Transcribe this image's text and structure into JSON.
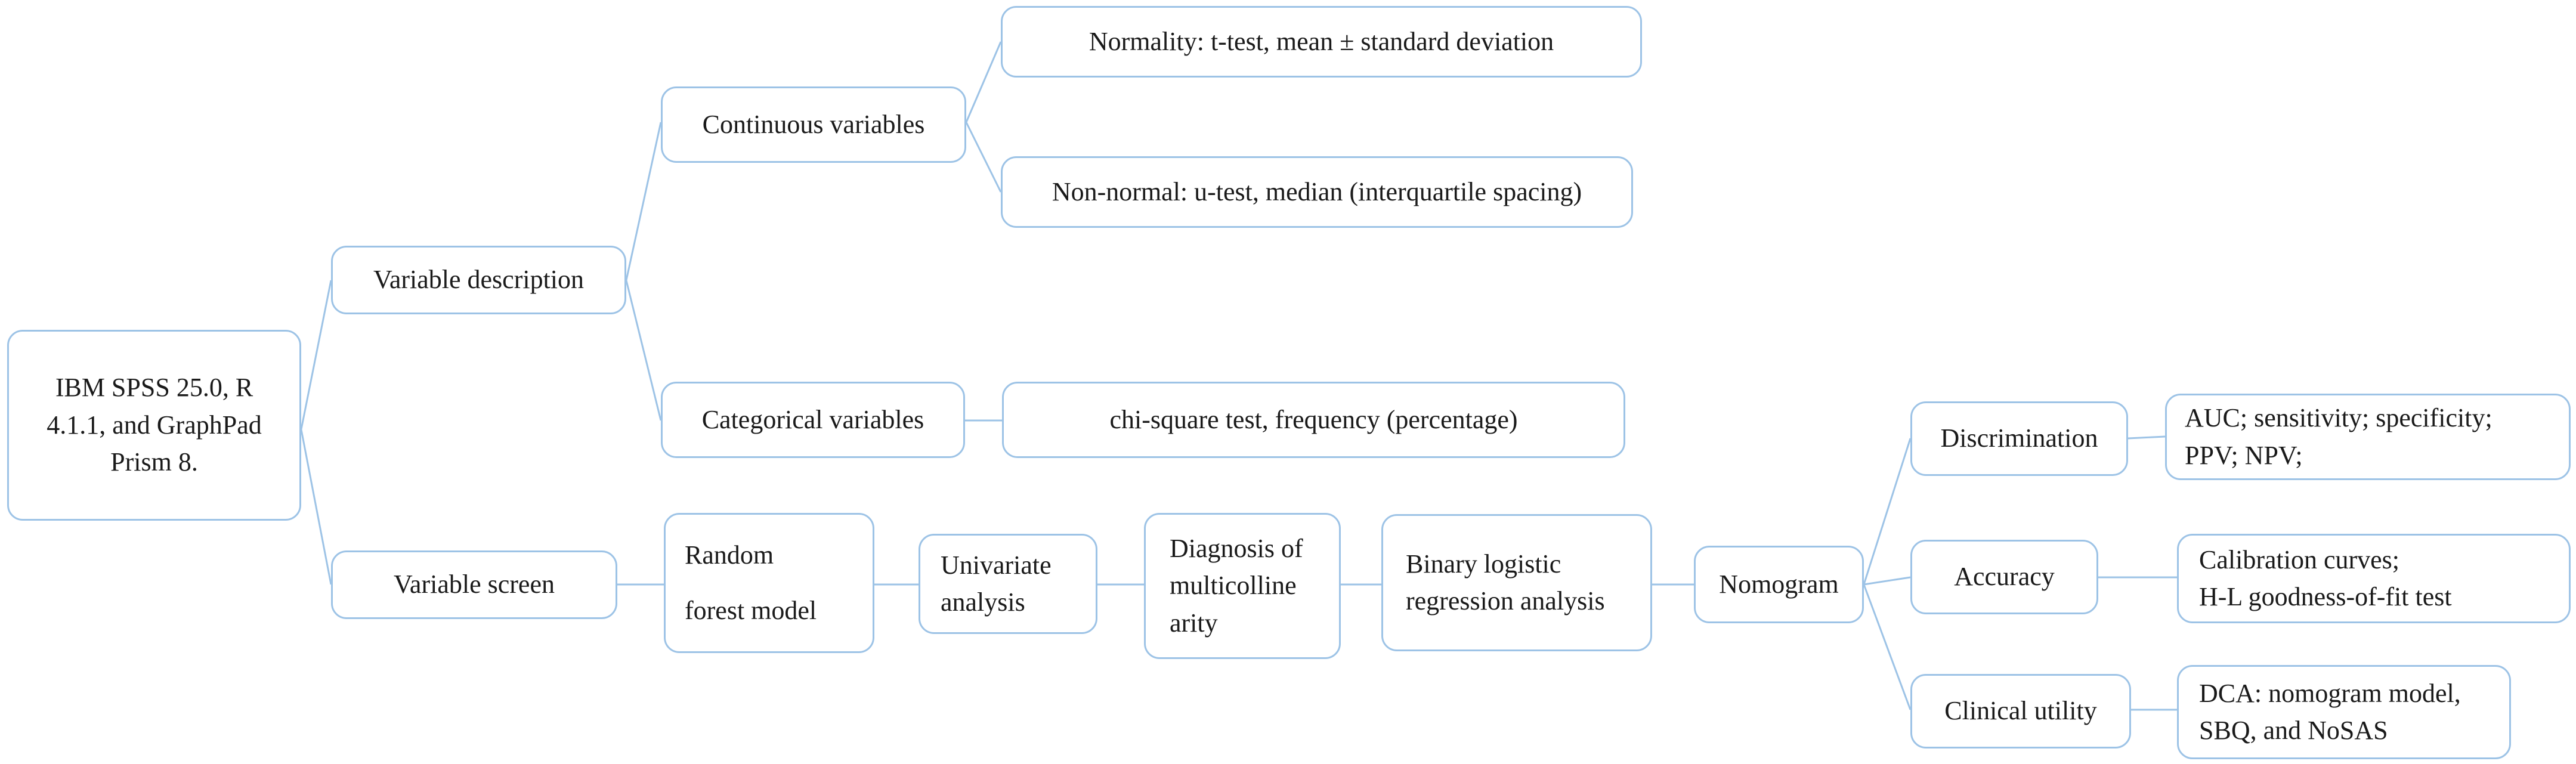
{
  "nodes": {
    "root": "IBM SPSS 25.0, R\n4.1.1, and GraphPad\nPrism 8.",
    "variable_description": "Variable description",
    "variable_screen": "Variable screen",
    "continuous_variables": "Continuous variables",
    "categorical_variables": "Categorical variables",
    "normality": "Normality: t-test, mean  ±  standard deviation",
    "non_normal": "Non-normal: u-test, median (interquartile spacing)",
    "chi_square": "chi-square test, frequency (percentage)",
    "random_forest": "Random\nforest model",
    "univariate": "Univariate\nanalysis",
    "multicollinearity": "Diagnosis of\nmulticolline\narity",
    "binary_logistic": "Binary logistic\nregression analysis",
    "nomogram": "Nomogram",
    "discrimination": "Discrimination",
    "accuracy": "Accuracy",
    "clinical_utility": "Clinical utility",
    "auc": "AUC; sensitivity; specificity;\nPPV; NPV;",
    "calibration": "Calibration curves;\nH-L goodness-of-fit test",
    "dca": "DCA: nomogram model,\nSBQ, and NoSAS"
  },
  "colors": {
    "border": "#9dc3e6",
    "line": "#9dc3e6",
    "text": "#1a1a1a"
  }
}
